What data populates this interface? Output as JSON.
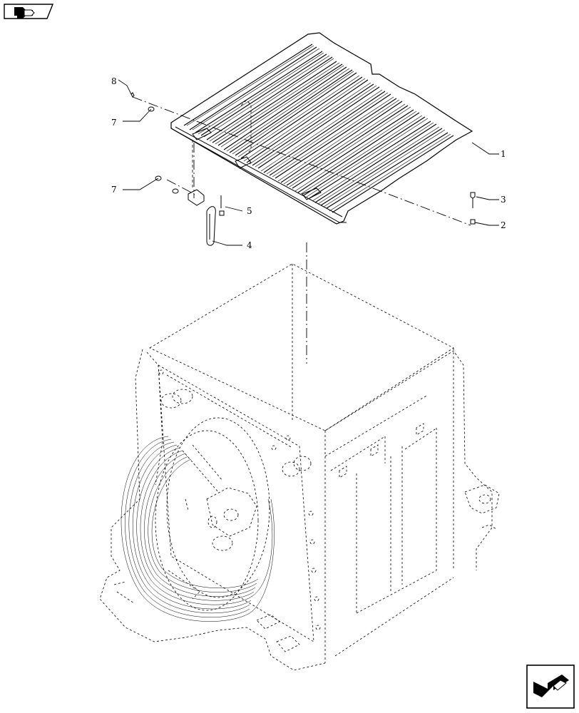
{
  "navigation": {
    "prev_icon": "back-arrow-icon",
    "next_icon": "forward-arrow-icon"
  },
  "callouts": {
    "c1": "1",
    "c2": "2",
    "c3": "3",
    "c4": "4",
    "c5": "5",
    "c7a": "7",
    "c7b": "7",
    "c8": "8"
  }
}
